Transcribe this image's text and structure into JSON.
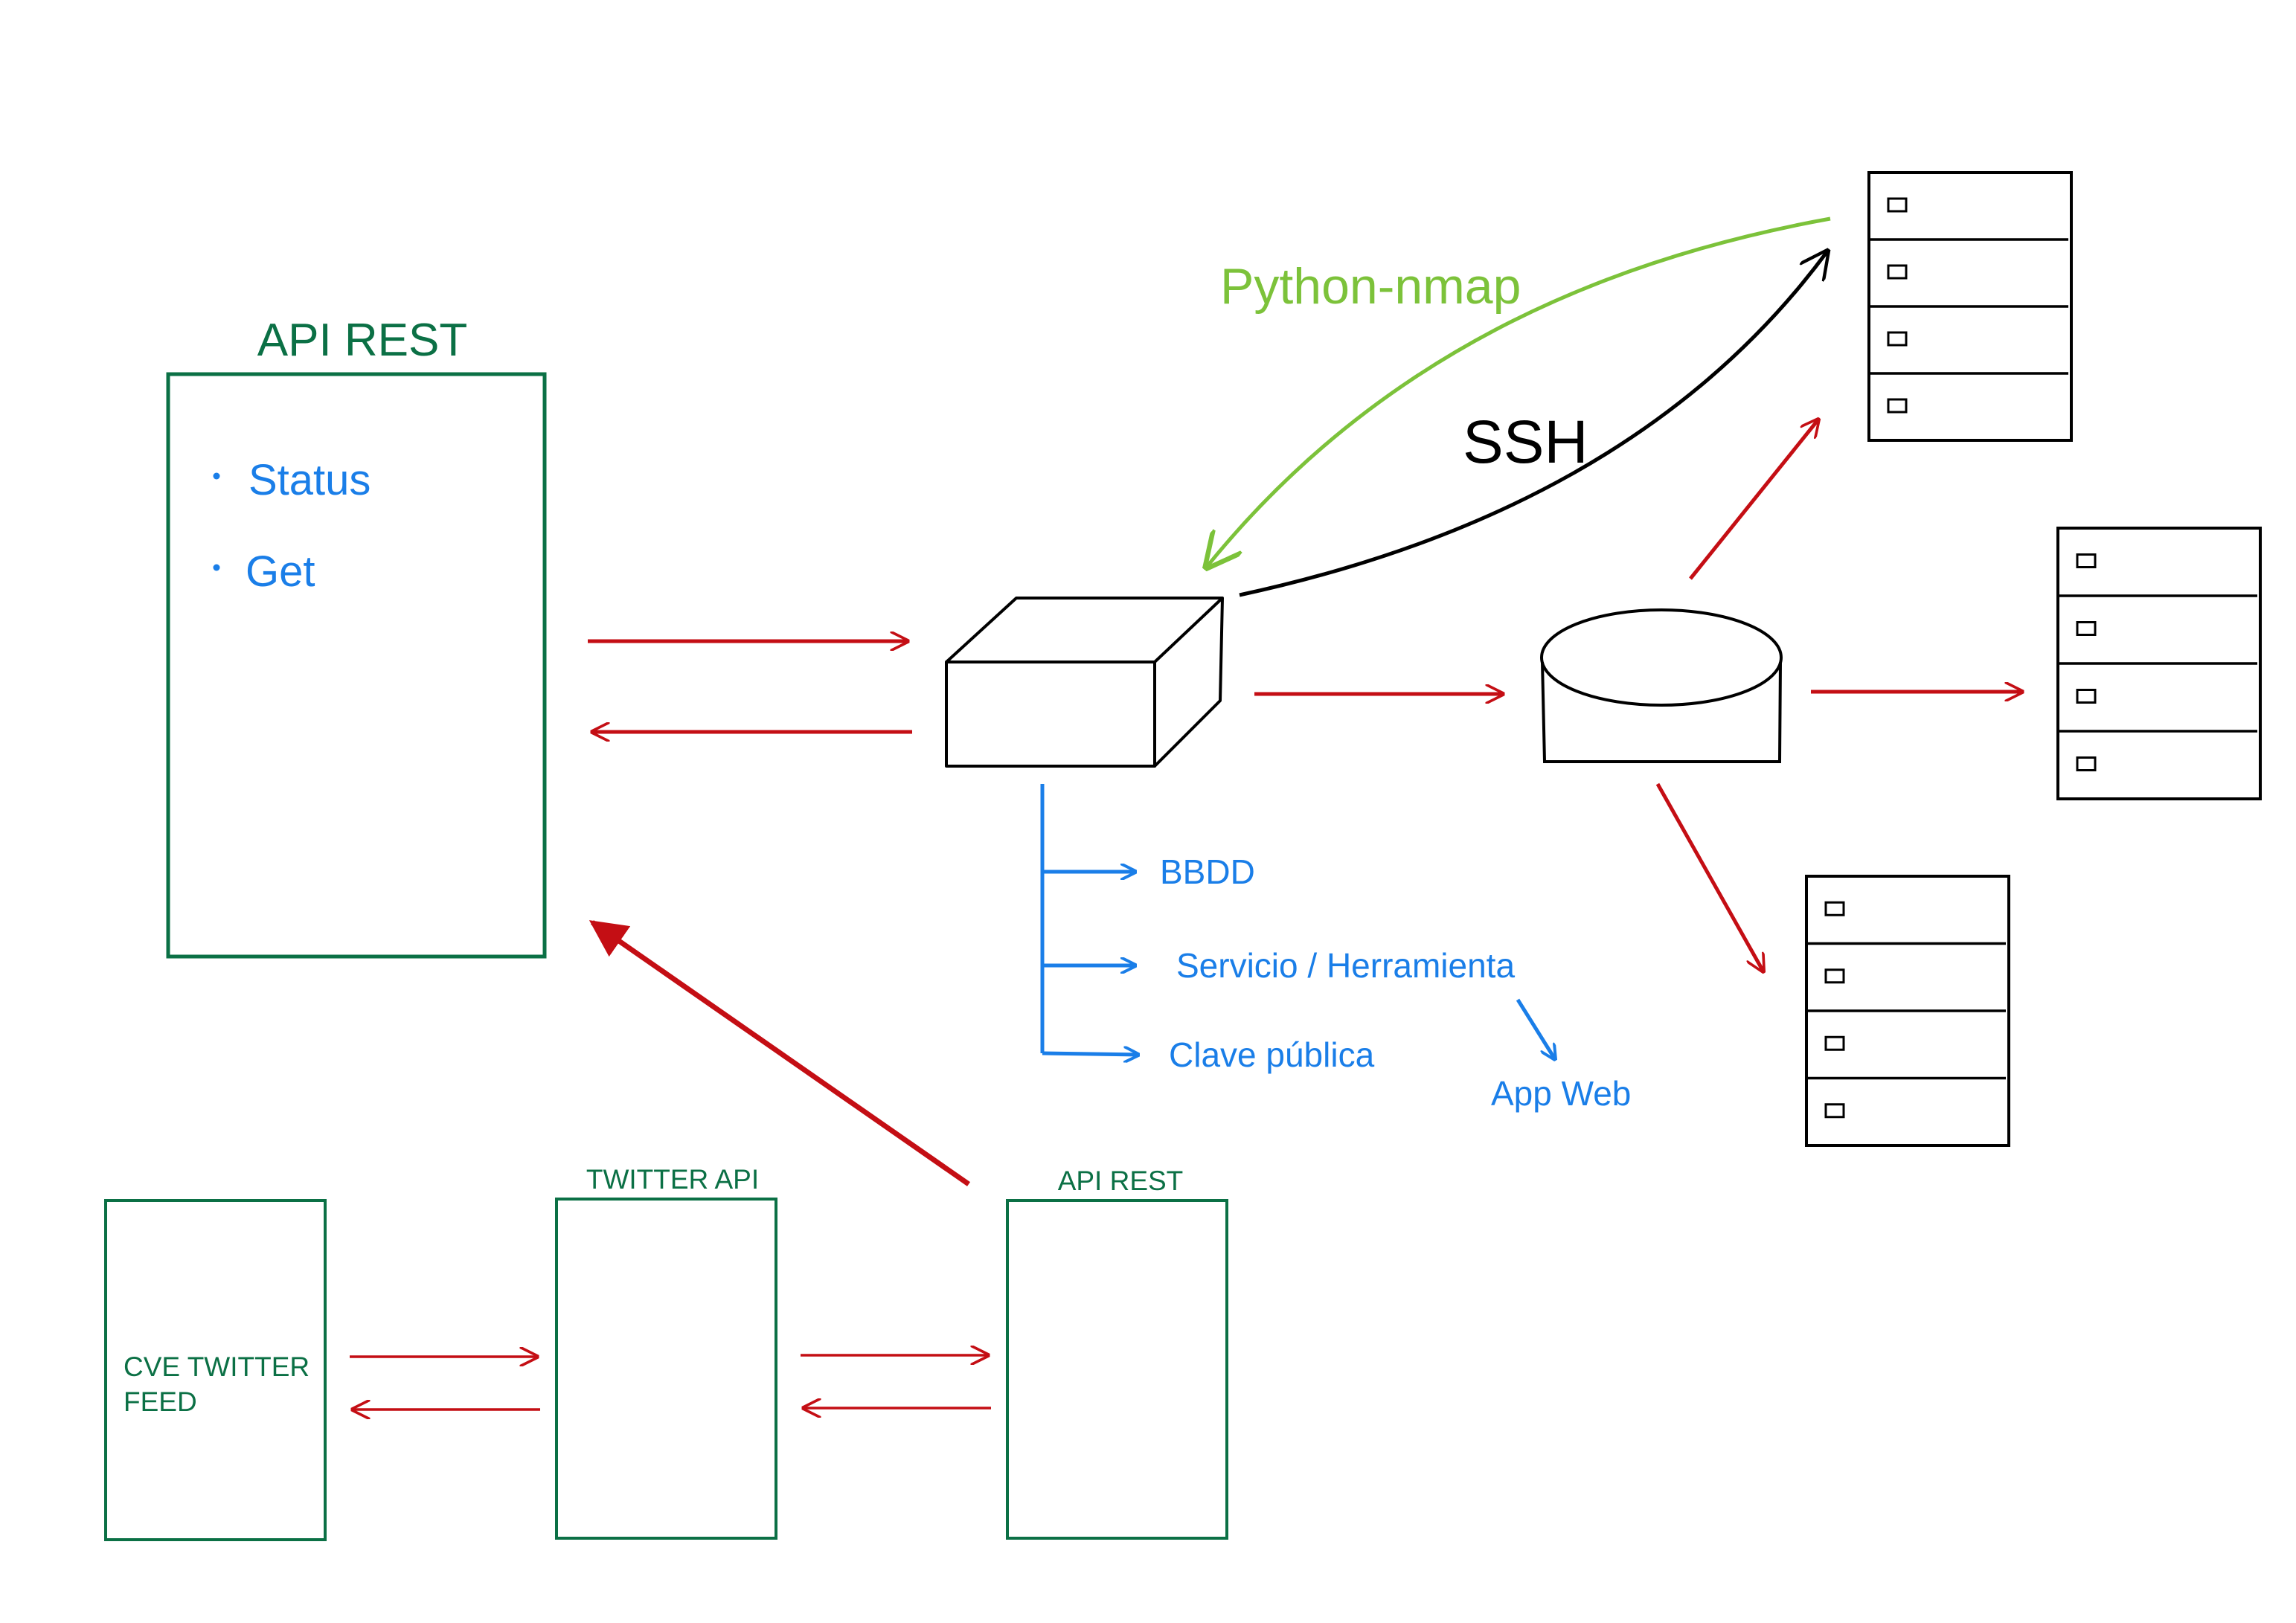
{
  "colors": {
    "green_box": "#0b7045",
    "red_arrow": "#c40e14",
    "blue": "#1a7ee8",
    "lime": "#7cc23a",
    "black": "#000000"
  },
  "api_rest_main": {
    "title": "API REST",
    "items": [
      "Status",
      "Get"
    ]
  },
  "labels": {
    "python_nmap": "Python-nmap",
    "ssh": "SSH"
  },
  "tree": {
    "items": [
      "BBDD",
      "Servicio / Herramienta",
      "Clave pública"
    ],
    "sub_item": "App Web"
  },
  "bottom": {
    "cve_feed_line1": "CVE TWITTER",
    "cve_feed_line2": "FEED",
    "twitter_api": "TWITTER API",
    "api_rest": "API REST"
  },
  "icons": {
    "central_node": "cube-icon",
    "database": "database-icon",
    "servers": [
      "server-rack-icon",
      "server-rack-icon",
      "server-rack-icon"
    ]
  }
}
